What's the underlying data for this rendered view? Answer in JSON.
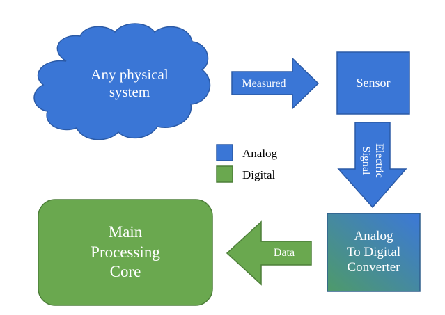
{
  "colors": {
    "analog": "#3a76d6",
    "analog_stroke": "#2b5aa6",
    "digital": "#6aa84f",
    "digital_stroke": "#4d7f39",
    "adc_gradient_a": "#4e9a6a",
    "adc_gradient_b": "#3c78d8",
    "text_light": "#ffffff",
    "text_dark": "#000000"
  },
  "nodes": {
    "physical_system": {
      "line1": "Any physical",
      "line2": "system"
    },
    "sensor": {
      "label": "Sensor"
    },
    "adc": {
      "line1": "Analog",
      "line2": "To Digital",
      "line3": "Converter"
    },
    "core": {
      "line1": "Main",
      "line2": "Processing",
      "line3": "Core"
    }
  },
  "arrows": {
    "measured": "Measured",
    "electric": {
      "line1": "Electric",
      "line2": "Signal"
    },
    "data": "Data"
  },
  "legend": {
    "analog": "Analog",
    "digital": "Digital"
  }
}
